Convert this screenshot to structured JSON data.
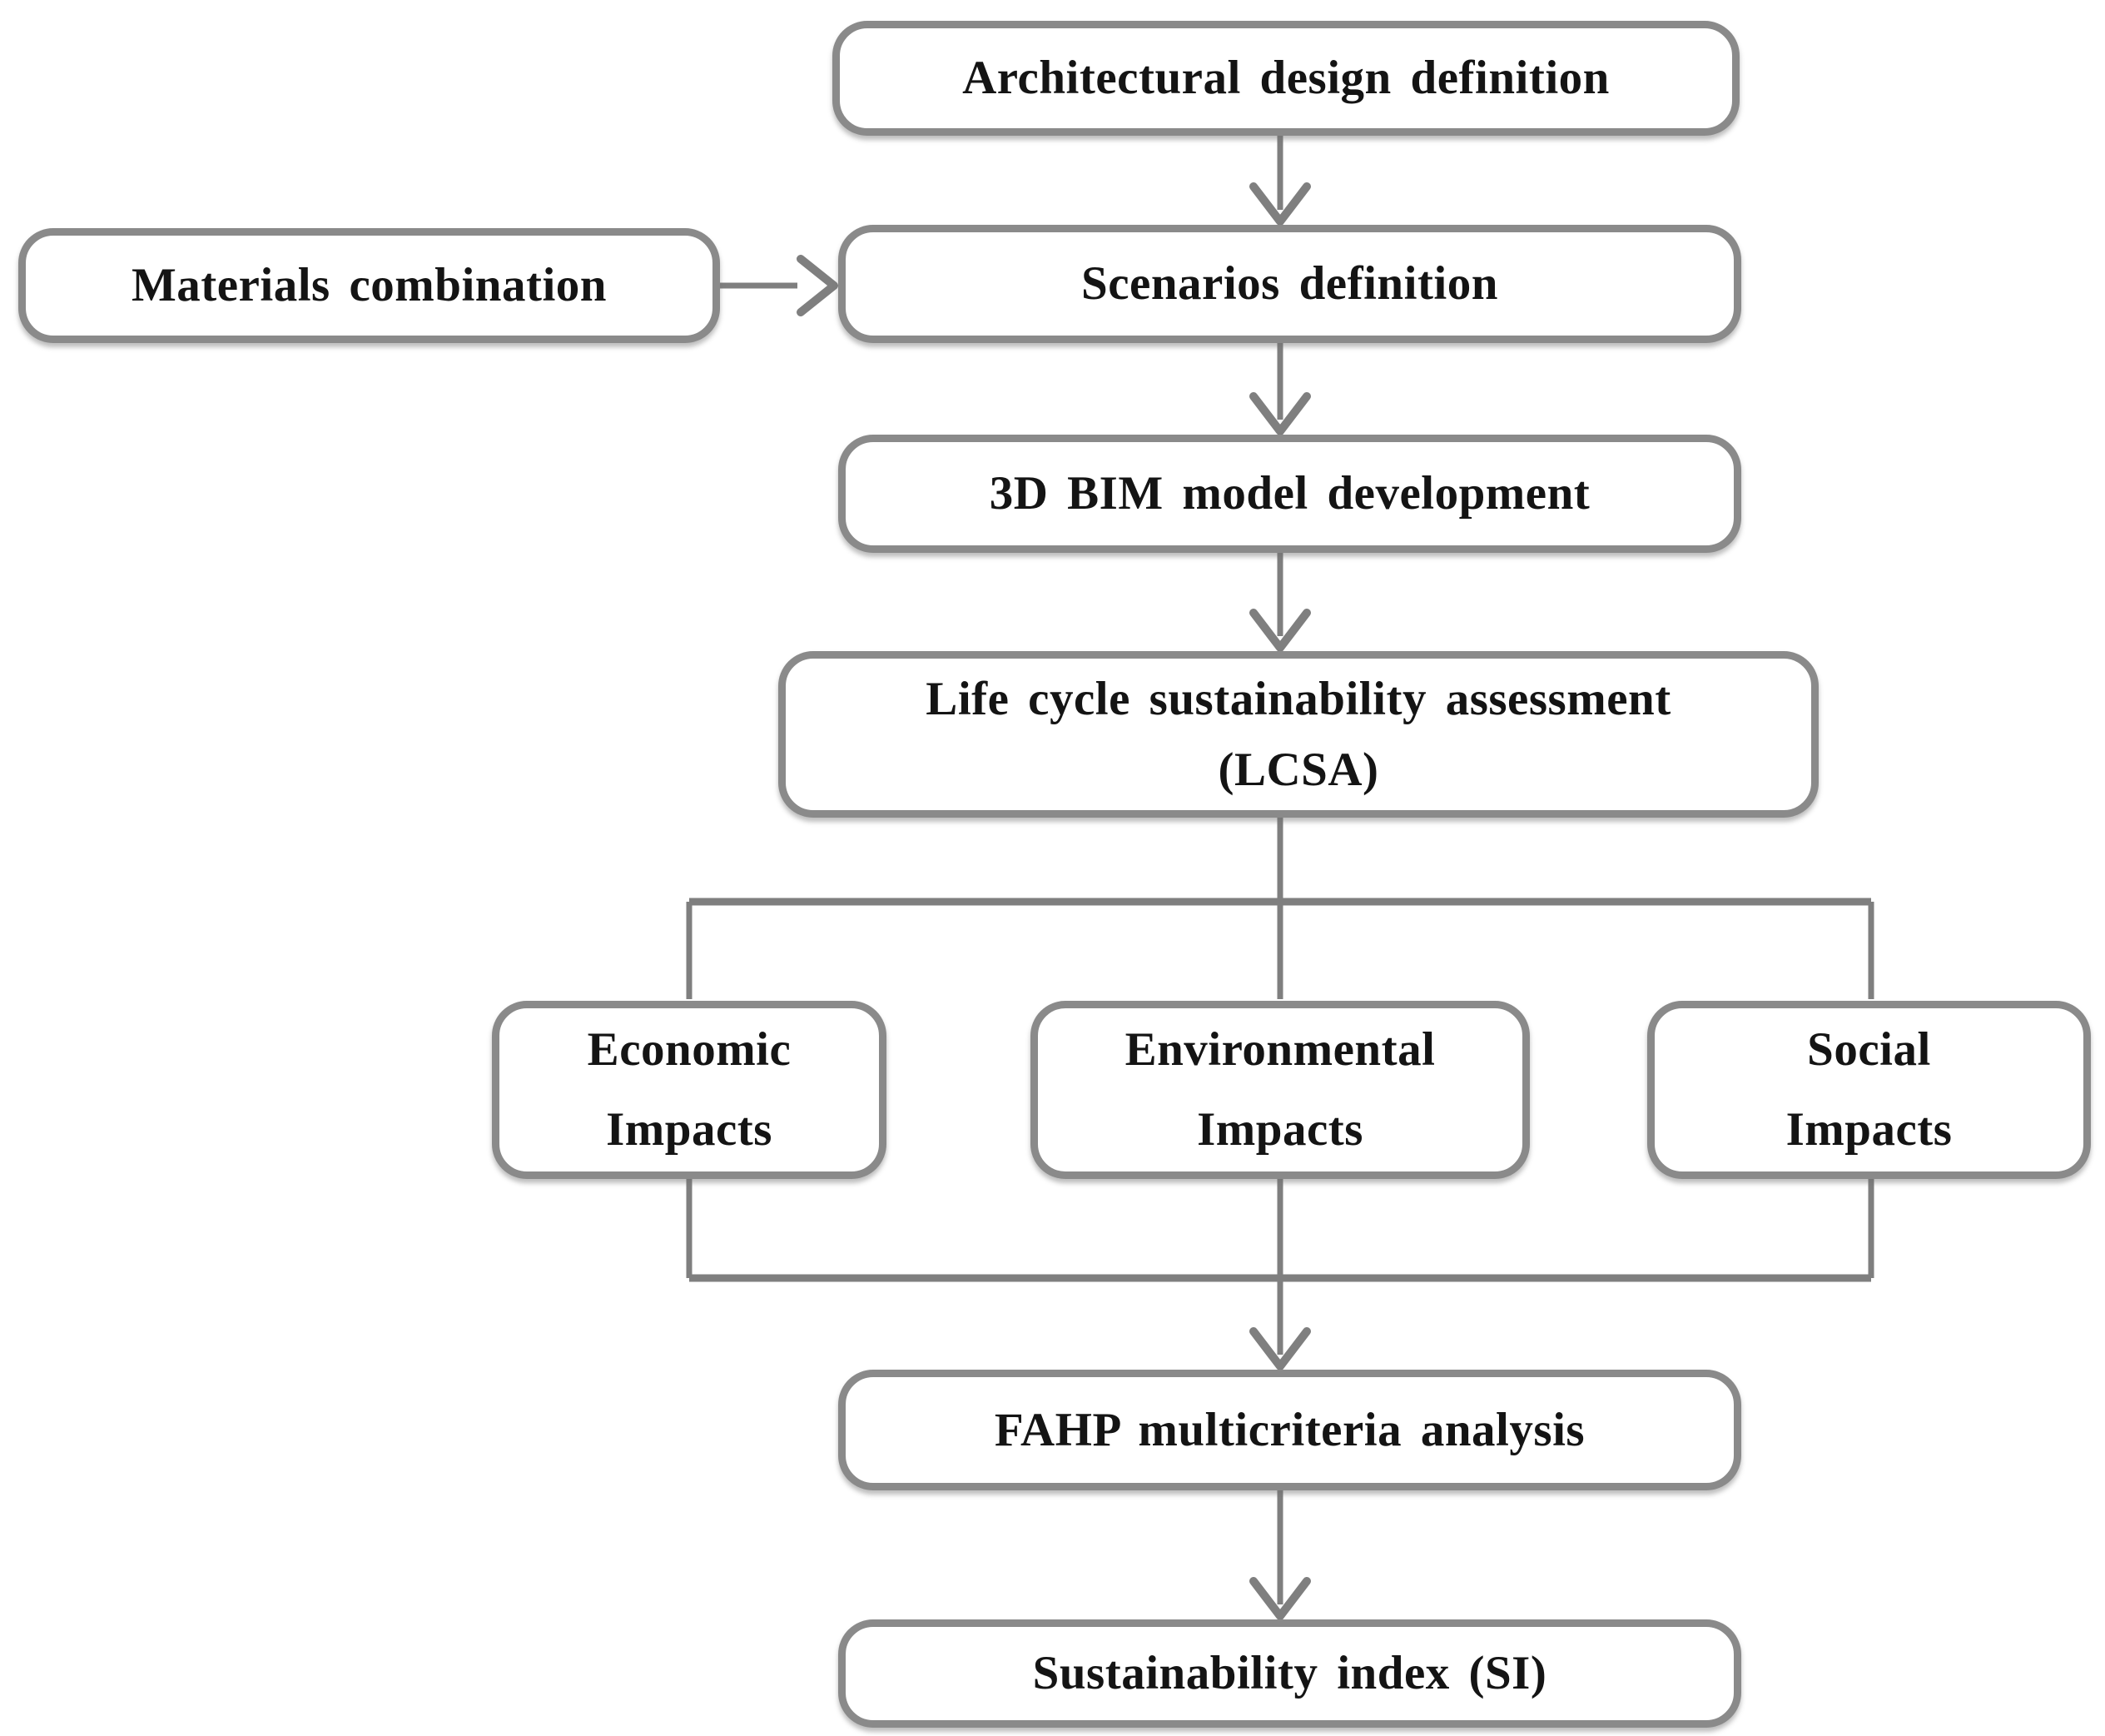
{
  "colors": {
    "background": "#ffffff",
    "box_border": "#8a8a8a",
    "connector": "#7f7f7f",
    "text": "#141414"
  },
  "nodes": {
    "architectural": {
      "label": "Architectural design definition"
    },
    "materials": {
      "label": "Materials combination"
    },
    "scenarios": {
      "label": "Scenarios definition"
    },
    "bim": {
      "label": "3D BIM model development"
    },
    "lcsa": {
      "line1": "Life cycle sustainability assessment",
      "line2": "(LCSA)"
    },
    "economic": {
      "line1": "Economic",
      "line2": "Impacts"
    },
    "environmental": {
      "line1": "Environmental",
      "line2": "Impacts"
    },
    "social": {
      "line1": "Social",
      "line2": "Impacts"
    },
    "fahp": {
      "label": "FAHP multicriteria analysis"
    },
    "si": {
      "label": "Sustainability index (SI)"
    }
  }
}
